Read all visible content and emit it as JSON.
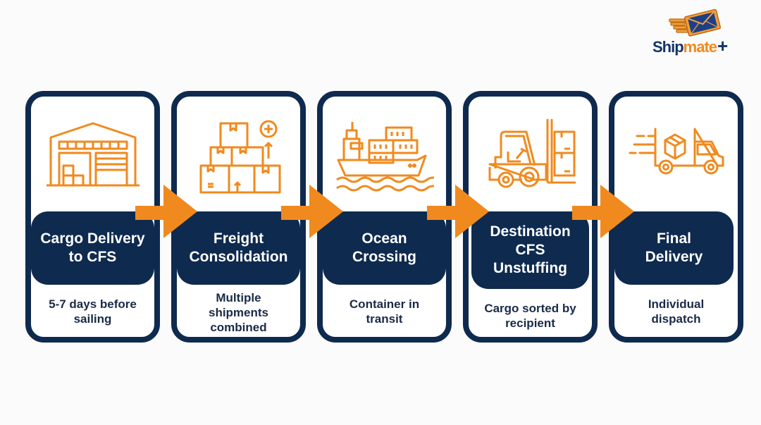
{
  "logo": {
    "part1": "Ship",
    "part2": "mate",
    "part3": "+",
    "colors": {
      "navy": "#15336b",
      "orange": "#f08a1e"
    }
  },
  "theme": {
    "navy": "#0f2a4f",
    "orange": "#f08a1e",
    "background": "#fbfbfb"
  },
  "steps": [
    {
      "title": "Cargo Delivery to CFS",
      "title_lines": [
        "Cargo Delivery",
        "to CFS"
      ],
      "subtitle": "5-7 days before sailing",
      "icon": "warehouse-icon"
    },
    {
      "title": "Freight Consolidation",
      "title_lines": [
        "Freight",
        "Consolidation"
      ],
      "subtitle": "Multiple shipments combined",
      "icon": "stacked-boxes-icon"
    },
    {
      "title": "Ocean Crossing",
      "title_lines": [
        "Ocean",
        "Crossing"
      ],
      "subtitle": "Container in transit",
      "icon": "cargo-ship-icon"
    },
    {
      "title": "Destination CFS Unstuffing",
      "title_lines": [
        "Destination",
        "CFS",
        "Unstuffing"
      ],
      "subtitle": "Cargo sorted by recipient",
      "icon": "forklift-icon"
    },
    {
      "title": "Final Delivery",
      "title_lines": [
        "Final",
        "Delivery"
      ],
      "subtitle": "Individual dispatch",
      "icon": "delivery-truck-icon"
    }
  ],
  "connectors": [
    "arrow-right",
    "arrow-right",
    "arrow-right",
    "arrow-right"
  ]
}
